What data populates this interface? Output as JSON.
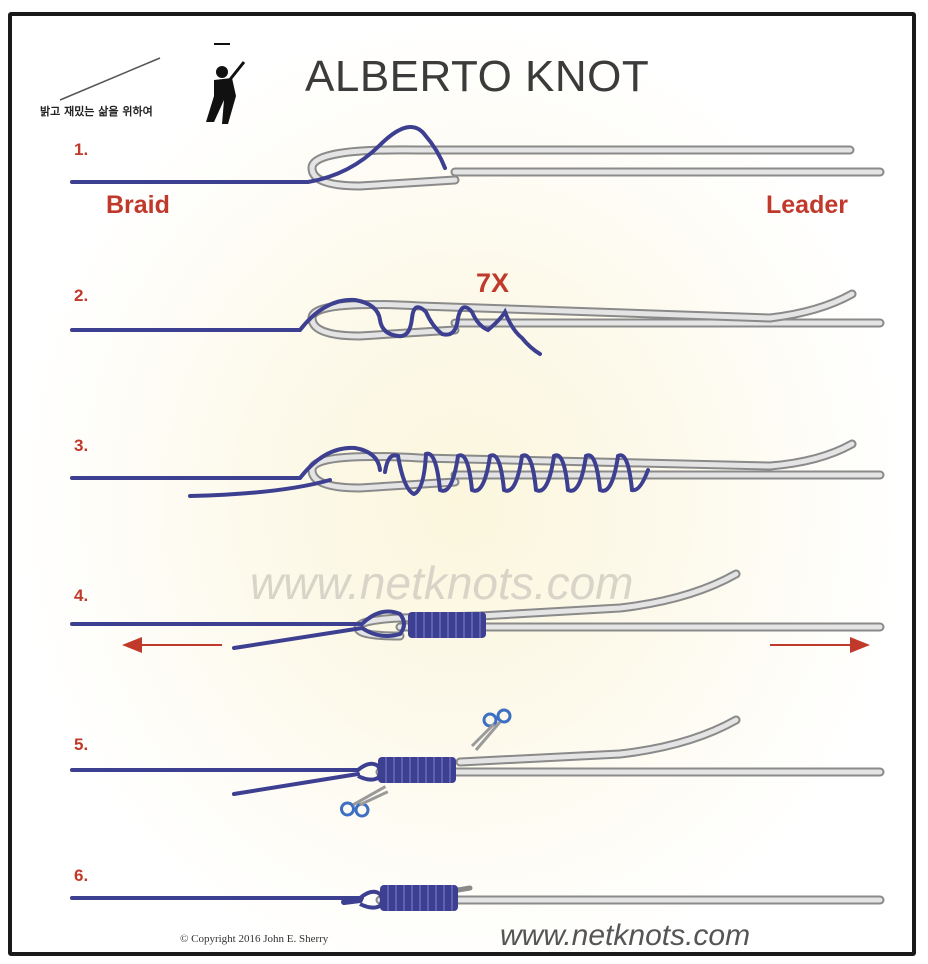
{
  "title": "ALBERTO KNOT",
  "steps": [
    "1.",
    "2.",
    "3.",
    "4.",
    "5.",
    "6."
  ],
  "labels": {
    "left": "Braid",
    "right": "Leader"
  },
  "wrap_count": "7X",
  "watermark": "www.netknots.com",
  "footer_url": "www.netknots.com",
  "copyright": "© Copyright  2016  John E. Sherry",
  "logo_text": "밝고 재밌는 삶을 위하여",
  "colors": {
    "braid": "#3d3f91",
    "leader": "#bdbdbd",
    "accent": "#c0392b",
    "title": "#3b3b3b"
  },
  "icons": [
    "angler-logo-icon",
    "arrow-left-icon",
    "arrow-right-icon",
    "scissors-icon"
  ]
}
